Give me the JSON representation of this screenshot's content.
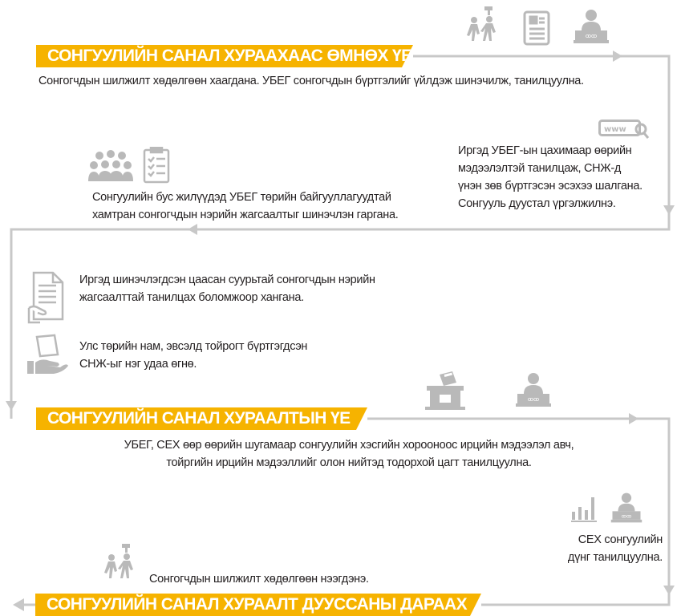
{
  "colors": {
    "accent": "#f6b300",
    "line": "#c8c8c8",
    "icon": "#b9b9b9",
    "text": "#231f20"
  },
  "sections": {
    "before": {
      "title": "СОНГУУЛИЙН САНАЛ ХУРААХААС ӨМНӨХ ҮЕ",
      "line1": "Сонгогчдын шилжилт хөдөлгөөн хаагдана.   УБЕГ сонгогчдын бүртгэлийг үйлдэж шинэчилж, танилцуулна.",
      "online_check": [
        "Иргэд УБЕГ-ын цахимаар өөрийн",
        "мэдээлэлтэй танилцаж, СНЖ-д",
        "үнэн зөв бүртгэсэн эсэхээ шалгана.",
        "Сонгууль дуустал үргэлжилнэ."
      ],
      "off_year": [
        "Сонгуулийн бус жилүүдэд УБЕГ төрийн байгууллагуудтай",
        "хамтран сонгогчдын нэрийн жагсаалтыг шинэчлэн гаргана."
      ],
      "paper_list": [
        "Иргэд шинэчлэгдсэн цаасан суурьтай сонгогчдын нэрийн",
        "жагсаалттай танилцах боломжоор хангана."
      ],
      "parties": [
        "Улс төрийн нам, эвсэлд тойрогт бүртгэгдсэн",
        "СНЖ-ыг нэг удаа өгнө."
      ]
    },
    "during": {
      "title": "СОНГУУЛИЙН САНАЛ ХУРААЛТЫН ҮЕ",
      "lines": [
        "УБЕГ, СЕХ өөр өөрийн шугамаар сонгуулийн хэсгийн хорооноос ирцийн мэдээлэл авч,",
        "тойргийн ирцийн мэдээллийг олон нийтэд тодорхой цагт танилцуулна."
      ]
    },
    "after": {
      "title": "СОНГУУЛИЙН САНАЛ ХУРААЛТ ДУУССАНЫ ДАРААХ",
      "results": [
        "СЕХ сонгуулийн",
        "дүнг танилцуулна."
      ],
      "movement": "Сонгогчдын шилжилт хөдөлгөөн нээгдэнэ."
    }
  },
  "icons": {
    "web": "www",
    "names": [
      "walking-people-icon",
      "document-icon",
      "presenter-icon",
      "web-search-icon",
      "crowd-icon",
      "checklist-icon",
      "paper-list-icon",
      "handout-icon",
      "ballot-box-icon",
      "bar-chart-icon"
    ]
  }
}
